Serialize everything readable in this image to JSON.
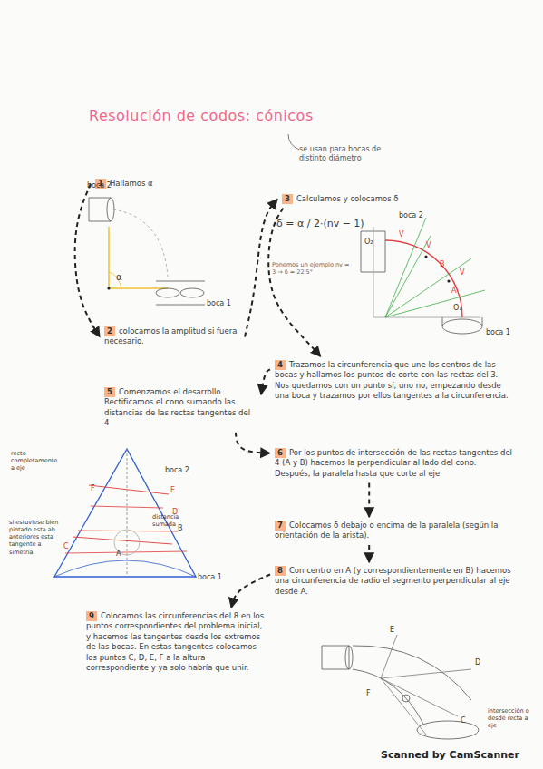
{
  "diagram": {
    "title": "Resolución de codos: cónicos",
    "nodes": [
      {
        "text": [
          "1",
          "Hallamos α"
        ]
      },
      {
        "text": [
          "2",
          "colocamos la amplitud si fuera necesario."
        ]
      },
      {
        "text": [
          "3",
          "Calculamos y colocamos δ"
        ]
      },
      {
        "text": [
          "4",
          "Trazamos la circunferencia que une los centros de las bocas y hallamos los puntos de corte con las rectas del 3. Nos quedamos con un punto sí, uno no, empezando desde una boca y trazamos por ellos tangentes a la circunferencia."
        ]
      },
      {
        "text": [
          "5",
          "Comenzamos el desarrollo. Rectificamos el cono sumando las distancias de las rectas tangentes del 4"
        ]
      },
      {
        "text": [
          "6",
          "Por los puntos de intersección de las rectas tangentes del 4 (A y B) hacemos la perpendicular al lado del cono. Después, la paralela hasta que corte al eje"
        ]
      },
      {
        "text": [
          "7",
          "Colocamos δ debajo o encima de la paralela (según la orientación de la arista)."
        ]
      },
      {
        "text": [
          "8",
          "Con centro en A (y correspondientemente en B) hacemos una circunferencia de radio el segmento perpendicular al eje desde A."
        ]
      },
      {
        "text": [
          "9",
          "Colocamos las circunferencias del 8 en los puntos correspondientes del problema inicial, y hacemos las tangentes desde los extremos de las bocas. En estas tangentes colocamos los puntos C, D, E, F a la altura correspondiente y ya solo habría que unir."
        ]
      }
    ],
    "edges": [
      {
        "from": 0,
        "to": 1,
        "arrow": "to"
      },
      {
        "from": 1,
        "to": 2,
        "arrow": "to"
      },
      {
        "from": 2,
        "to": 3,
        "arrow": "to"
      },
      {
        "from": 3,
        "to": 4,
        "arrow": "to"
      },
      {
        "from": 4,
        "to": 5,
        "arrow": "to"
      },
      {
        "from": 5,
        "to": 6,
        "arrow": "to"
      },
      {
        "from": 6,
        "to": 7,
        "arrow": "to"
      },
      {
        "from": 7,
        "to": 8,
        "arrow": "to"
      }
    ],
    "labels": [
      "se usan para bocas de distinto diámetro",
      "boca 2",
      "boca 1",
      "α",
      "δ = α / 2·(nv − 1)",
      "Ponemos un ejemplo nv = 3 → δ = 22,5°",
      "boca 2",
      "O₂",
      "O₁",
      "boca 1",
      "V",
      "V",
      "B",
      "V",
      "A",
      "recto completamente a eje",
      "boca 2",
      "F",
      "E",
      "D",
      "C",
      "B",
      "A",
      "distancia sumada",
      "si estuviese bien pintado esta ab. anteriores esta tangente a simetría",
      "boca 1",
      "E",
      "F",
      "D",
      "C",
      "intersección o desde recta a eje",
      "Scanned by CamScanner"
    ]
  }
}
